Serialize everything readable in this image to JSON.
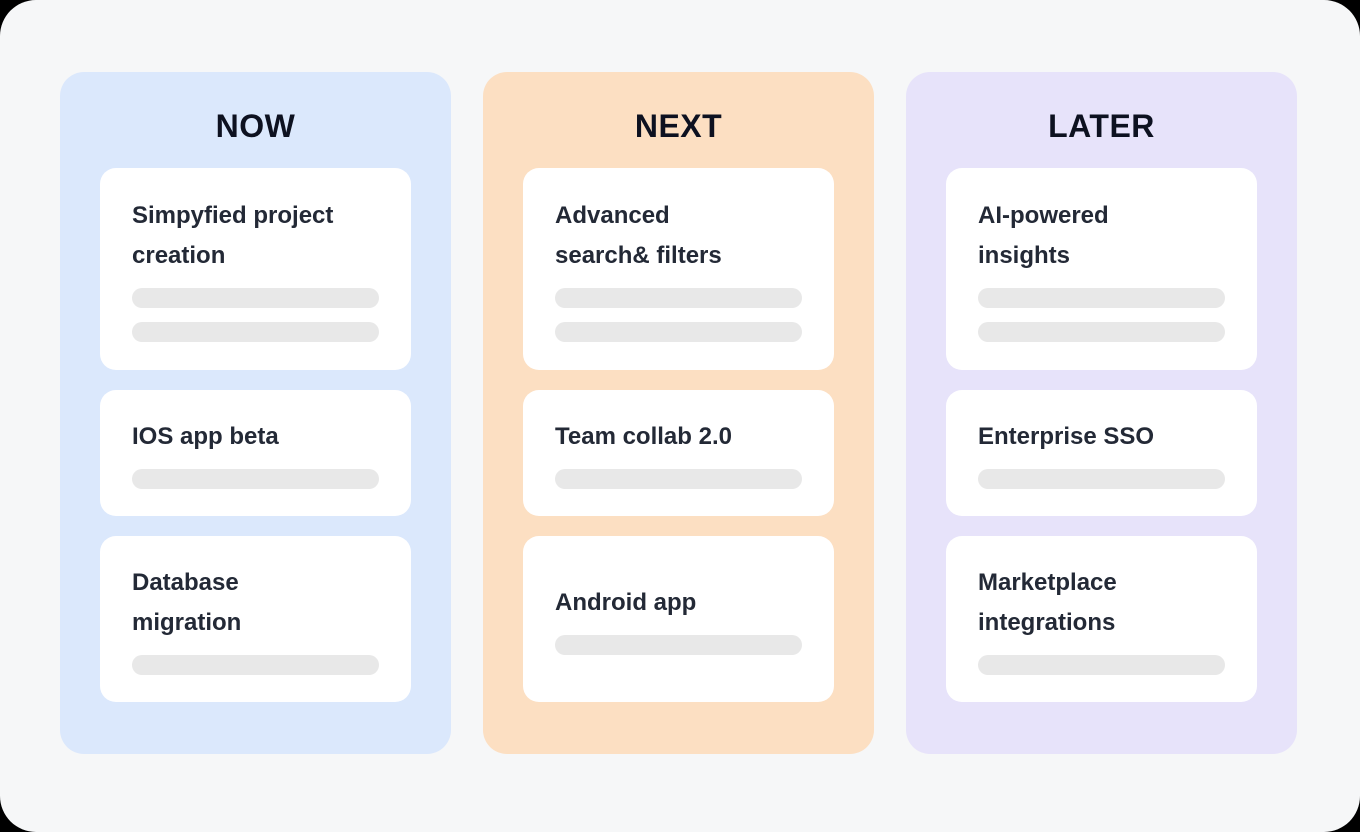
{
  "colors": {
    "canvas_bg": "#f6f7f8",
    "card_bg": "#ffffff",
    "skeleton_bar": "#e8e8e8",
    "column_title_text": "#0d1120",
    "card_title_text": "#232936",
    "now_column_bg": "#dbe8fc",
    "next_column_bg": "#fcdfc2",
    "later_column_bg": "#e7e3fa"
  },
  "board": {
    "columns": [
      {
        "id": "now",
        "title": "NOW",
        "bg": "#dbe8fc",
        "cards": [
          {
            "title": "Simpyfied project\ncreation",
            "placeholders": 2
          },
          {
            "title": "IOS app beta",
            "placeholders": 1
          },
          {
            "title": "Database\nmigration",
            "placeholders": 1
          }
        ]
      },
      {
        "id": "next",
        "title": "NEXT",
        "bg": "#fcdfc2",
        "cards": [
          {
            "title": "Advanced\nsearch& filters",
            "placeholders": 2
          },
          {
            "title": "Team collab 2.0",
            "placeholders": 1
          },
          {
            "title": "Android app",
            "placeholders": 1
          }
        ]
      },
      {
        "id": "later",
        "title": "LATER",
        "bg": "#e7e3fa",
        "cards": [
          {
            "title": "AI-powered\ninsights",
            "placeholders": 2
          },
          {
            "title": "Enterprise SSO",
            "placeholders": 1
          },
          {
            "title": "Marketplace\nintegrations",
            "placeholders": 1
          }
        ]
      }
    ]
  }
}
